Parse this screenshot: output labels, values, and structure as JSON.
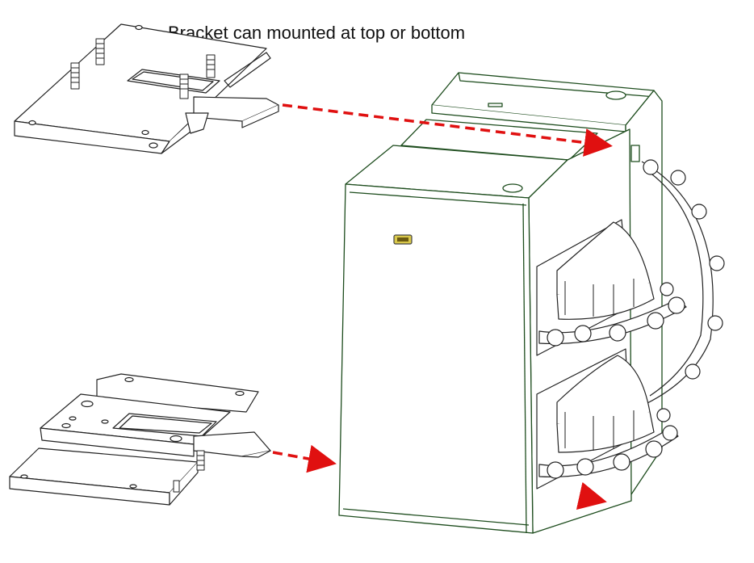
{
  "caption": "Bracket can mounted at top or bottom",
  "colors": {
    "line": "#222222",
    "housing": "#1e4d1e",
    "arrow": "#e01010",
    "connector": "#b8a320"
  },
  "parts": [
    "top-bracket",
    "bottom-bracket",
    "enclosure-housing",
    "upper-dome",
    "lower-dome",
    "usb-connector",
    "rotating-shroud"
  ],
  "arrows": [
    "top-mount-arrow",
    "bottom-mount-arrow",
    "exit-arrow"
  ]
}
